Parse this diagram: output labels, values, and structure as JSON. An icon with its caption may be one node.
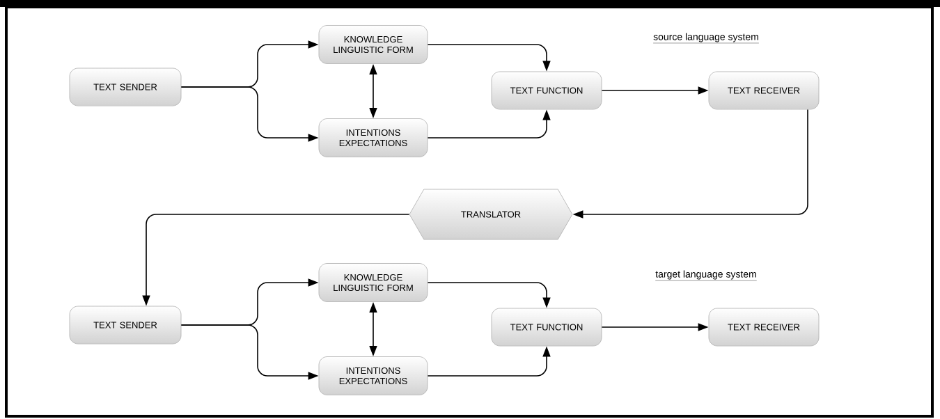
{
  "diagram": {
    "nodes": [
      {
        "text": [
          "TEXT SENDER"
        ]
      },
      {
        "text": [
          "KNOWLEDGE LINGUISTIC FORM"
        ]
      },
      {
        "text": [
          "INTENTIONS EXPECTATIONS"
        ]
      },
      {
        "text": [
          "TEXT FUNCTION"
        ]
      },
      {
        "text": [
          "TEXT RECEIVER"
        ]
      },
      {
        "text": [
          "TRANSLATOR"
        ]
      },
      {
        "text": [
          "TEXT SENDER"
        ]
      },
      {
        "text": [
          "KNOWLEDGE LINGUISTIC FORM"
        ]
      },
      {
        "text": [
          "INTENTIONS EXPECTATIONS"
        ]
      },
      {
        "text": [
          "TEXT FUNCTION"
        ]
      },
      {
        "text": [
          "TEXT RECEIVER"
        ]
      }
    ],
    "edges": [
      {
        "from": 0,
        "to": 1,
        "arrow": "to"
      },
      {
        "from": 0,
        "to": 2,
        "arrow": "to"
      },
      {
        "from": 1,
        "to": 2,
        "arrow": "both"
      },
      {
        "from": 1,
        "to": 3,
        "arrow": "to"
      },
      {
        "from": 2,
        "to": 3,
        "arrow": "to"
      },
      {
        "from": 3,
        "to": 4,
        "arrow": "to"
      },
      {
        "from": 4,
        "to": 5,
        "arrow": "to"
      },
      {
        "from": 5,
        "to": 6,
        "arrow": "to"
      },
      {
        "from": 6,
        "to": 7,
        "arrow": "to"
      },
      {
        "from": 6,
        "to": 8,
        "arrow": "to"
      },
      {
        "from": 7,
        "to": 8,
        "arrow": "both"
      },
      {
        "from": 7,
        "to": 9,
        "arrow": "to"
      },
      {
        "from": 8,
        "to": 9,
        "arrow": "to"
      },
      {
        "from": 9,
        "to": 10,
        "arrow": "to"
      }
    ],
    "labels": [
      "source language system",
      "target language system"
    ]
  }
}
